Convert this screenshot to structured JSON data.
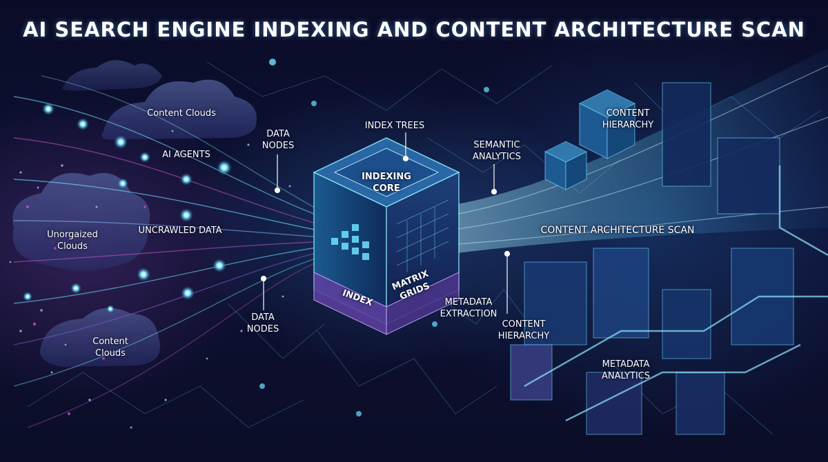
{
  "title": "AI SEARCH ENGINE INDEXING AND CONTENT ARCHITECTURE SCAN",
  "labels": {
    "content_clouds_top": "Content Clouds",
    "ai_agents": "AI AGENTS",
    "data_nodes_top": "DATA\nNODES",
    "unorganized_clouds": "Unorgaized\nClouds",
    "uncrawled_data": "UNCRAWLED DATA",
    "data_nodes_bottom": "DATA\nNODES",
    "content_clouds_bottom": "Content\nClouds",
    "index_trees": "INDEX TREES",
    "indexing_core": "INDEXING\nCORE",
    "index": "INDEX",
    "matrix_grids": "MATRIX\nGRIDS",
    "semantic_analytics": "SEMANTIC\nANALYTICS",
    "content_hierarchy_top": "CONTENT\nHIERARCHY",
    "content_architecture_scan": "CONTENT ARCHITECTURE SCAN",
    "metadata_extraction": "METADATA\nEXTRACTION",
    "content_hierarchy_bottom": "CONTENT\nHIERARCHY",
    "metadata_analytics": "METADATA\nANALYTICS"
  },
  "colors": {
    "background": "#0b0d2a",
    "cyan_glow": "#6fe3ff",
    "magenta_glow": "#d45ad8",
    "violet": "#7a5cc9"
  }
}
